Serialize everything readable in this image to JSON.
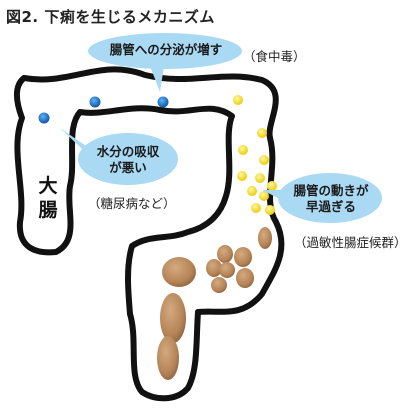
{
  "title": "図2. 下痢を生じるメカニズム",
  "bubbles": {
    "secretion": "腸管への分泌が増す",
    "absorption": [
      "水分の吸収",
      "が悪い"
    ],
    "motility": [
      "腸管の動きが",
      "早過ぎる"
    ]
  },
  "notes": {
    "food_poisoning": "（食中毒）",
    "diabetes": "（糖尿病など）",
    "ibs": "（過敏性腸症候群）"
  },
  "organ_label": [
    "大",
    "腸"
  ],
  "colors": {
    "bubble": "#a9d9f3",
    "blue_dot": "#1b6fc4",
    "yellow_dot": "#f4de12",
    "stool": "#b8895e",
    "outline": "#111111"
  }
}
